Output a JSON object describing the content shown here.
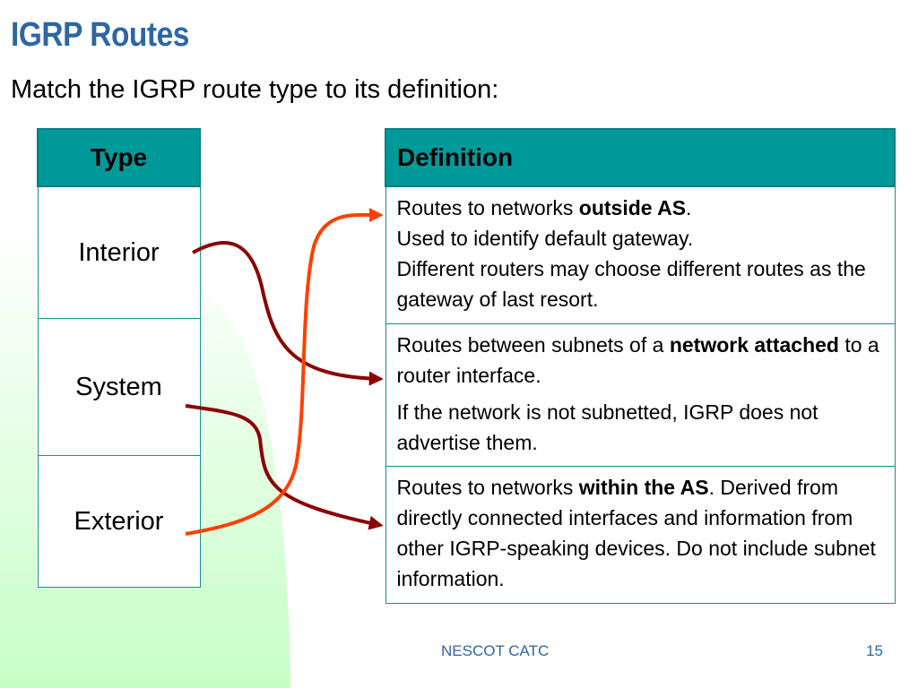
{
  "colors": {
    "title": "#2d67a3",
    "header_fill": "#00999a",
    "arrow_dark": "#8b0000",
    "arrow_orange": "#ff4000",
    "background_accent": "#ccffcc"
  },
  "slide": {
    "title": "IGRP Routes",
    "subtitle": "Match the IGRP route type to its definition:"
  },
  "types": {
    "header": "Type",
    "rows": [
      "Interior",
      "System",
      "Exterior"
    ]
  },
  "definitions": {
    "header": "Definition",
    "row1": {
      "a": "Routes to networks ",
      "b": "outside AS",
      "c": ".",
      "line2": "Used to identify default gateway.",
      "line3": "Different routers may choose different routes as the gateway of last resort."
    },
    "row2": {
      "a": "Routes between subnets of a ",
      "b": "network attached",
      "c": " to a router interface.",
      "line2": "If the network is not subnetted, IGRP does not advertise them."
    },
    "row3": {
      "a": "Routes to networks ",
      "b": "within the AS",
      "c": ". Derived from directly connected interfaces and information from other IGRP-speaking devices. Do not include subnet information."
    }
  },
  "connections": [
    {
      "from": "Interior",
      "to": 2,
      "color": "#8b0000"
    },
    {
      "from": "System",
      "to": 3,
      "color": "#8b0000"
    },
    {
      "from": "Exterior",
      "to": 1,
      "color": "#ff4000"
    }
  ],
  "footer": {
    "center": "NESCOT CATC",
    "page": "15"
  }
}
